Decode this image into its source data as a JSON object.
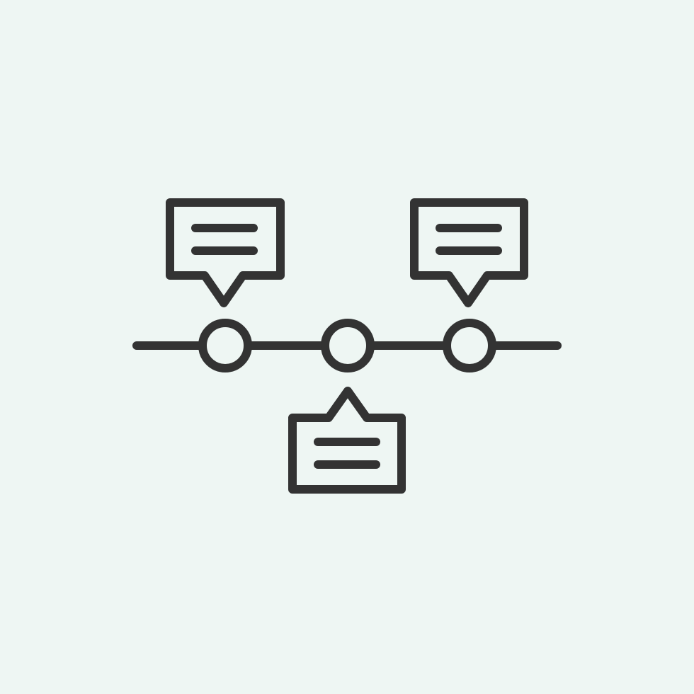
{
  "icon": {
    "name": "timeline-with-speech-bubbles-icon",
    "description_shown_text": ""
  },
  "colors": {
    "background": "#EEF6F3",
    "stroke": "#333333"
  },
  "timeline": {
    "node_count": 3,
    "bubbles": [
      {
        "position": "above",
        "attached_node": 1,
        "text_lines": 2
      },
      {
        "position": "above",
        "attached_node": 3,
        "text_lines": 2
      },
      {
        "position": "below",
        "attached_node": 2,
        "text_lines": 2
      }
    ]
  }
}
